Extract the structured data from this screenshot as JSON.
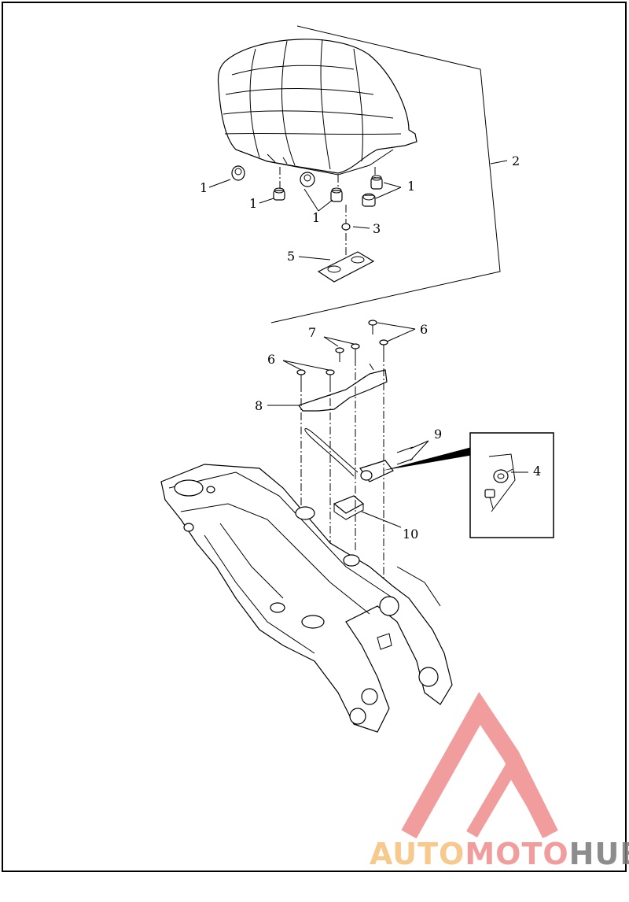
{
  "callouts": {
    "c1a": "1",
    "c1b": "1",
    "c1c": "1",
    "c1d": "1",
    "c2": "2",
    "c3": "3",
    "c4": "4",
    "c5": "5",
    "c6a": "6",
    "c6b": "6",
    "c7": "7",
    "c8": "8",
    "c9": "9",
    "c10": "10"
  },
  "logo": {
    "part1": "AUTO",
    "part2": "MOTO",
    "part3": "HUB",
    "colors": {
      "triangle": "#f08c8c",
      "auto": "#f6c07a",
      "moto": "#f08c8c",
      "hub": "#7a7a7a"
    }
  },
  "colors": {
    "border": "#000000",
    "background": "#ffffff"
  }
}
